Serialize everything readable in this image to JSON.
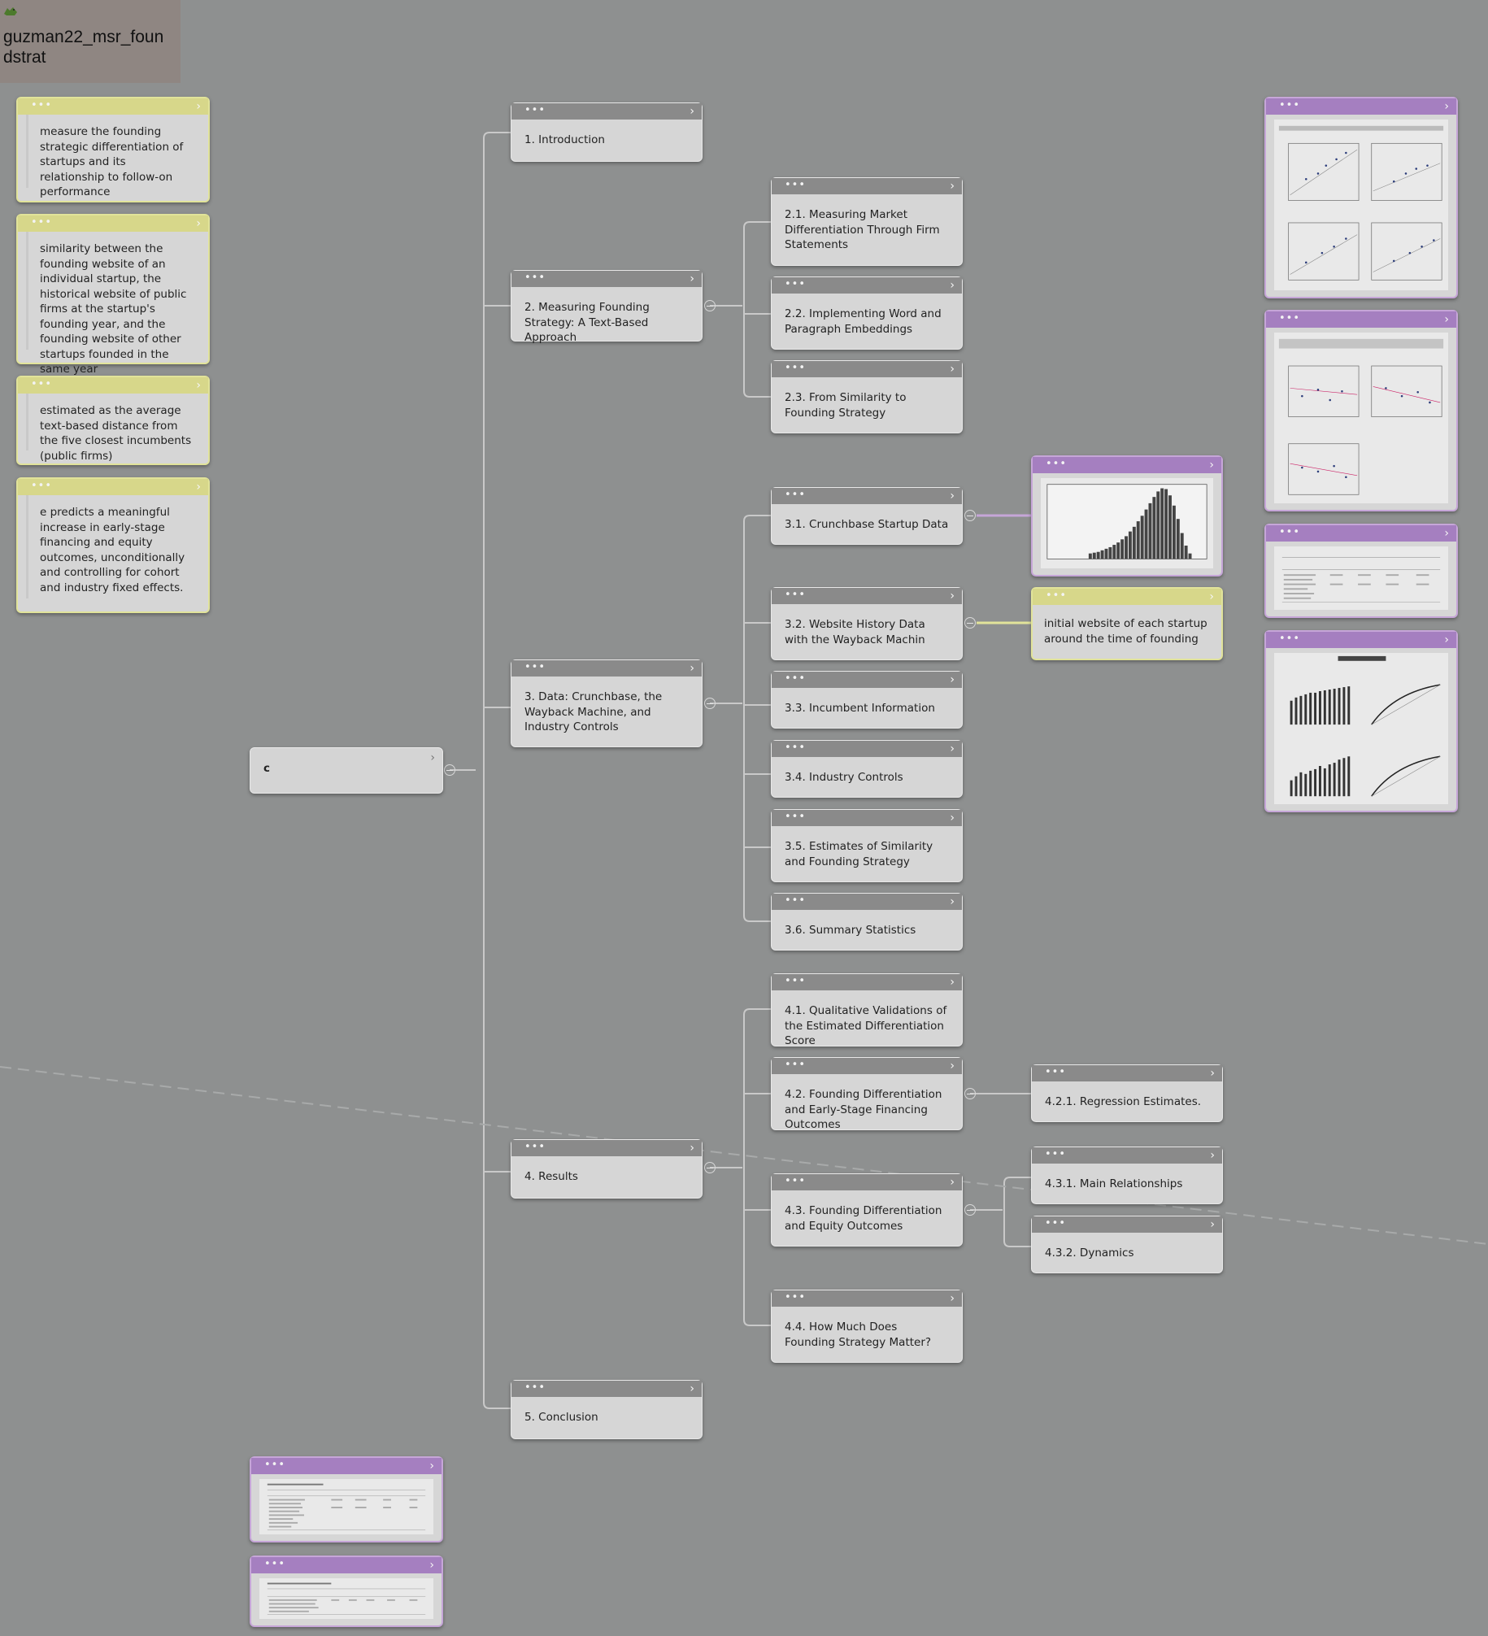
{
  "document": {
    "name_line1": "guzman22_msr_foun",
    "name_line2": "dstrat"
  },
  "icons": {
    "more": "more-dots-icon",
    "expand": "chevron-right-icon",
    "collapse": "collapse-minus-icon",
    "logo": "green-bird-logo"
  },
  "colors": {
    "background": "#8e9090",
    "node": "#d6d6d6",
    "note_accent": "#d7d78a",
    "image_accent": "#a57fc0",
    "connector": "#c9c9c9"
  },
  "glyphs": {
    "dots": "•••",
    "chevron": "›"
  },
  "root": {
    "label": "c"
  },
  "notes": [
    "measure the founding strategic differentiation of startups and its relationship to follow-on performance",
    "similarity between the founding website of an individual startup, the historical website of public firms at the startup's founding year, and the founding website of other startups founded in the same year",
    "estimated as the average text-based distance from the five closest incumbents (public firms)",
    "e predicts a meaningful increase in early-stage financing and equity outcomes, unconditionally and controlling for cohort and industry fixed effects."
  ],
  "sections": [
    {
      "label": "1. Introduction"
    },
    {
      "label": "2. Measuring Founding Strategy: A Text-Based Approach"
    },
    {
      "label": "3. Data: Crunchbase, the Wayback Machine, and Industry Controls"
    },
    {
      "label": "4. Results"
    },
    {
      "label": "5. Conclusion"
    }
  ],
  "subsections": {
    "s2": [
      "2.1. Measuring Market Differentiation Through Firm Statements",
      "2.2. Implementing Word and Paragraph Embeddings",
      "2.3. From Similarity to Founding Strategy"
    ],
    "s3": [
      "3.1. Crunchbase Startup Data",
      "3.2. Website History Data with the Wayback Machin",
      "3.3. Incumbent Information",
      "3.4. Industry Controls",
      "3.5. Estimates of Similarity and Founding Strategy",
      "3.6. Summary Statistics"
    ],
    "s4": [
      "4.1. Qualitative Validations of the Estimated Differentiation Score",
      "4.2. Founding Differentiation and Early-Stage Financing Outcomes",
      "4.3. Founding Differentiation and Equity Outcomes",
      "4.4. How Much Does Founding Strategy Matter?"
    ]
  },
  "subsubsections": {
    "s42": [
      "4.2.1. Regression Estimates."
    ],
    "s43": [
      "4.3.1. Main Relationships",
      "4.3.2. Dynamics"
    ]
  },
  "attachments": {
    "s32_note": "initial website of each startup around the time of founding",
    "s31_image": "histogram-figure",
    "right_images": [
      "binned-scatterplots-figure",
      "equity-outcomes-scatterplots-figure",
      "regression-table-figure",
      "word-embeddings-model-figure"
    ],
    "bottom_images": [
      "summary-statistics-table-1",
      "summary-statistics-table-2"
    ]
  }
}
